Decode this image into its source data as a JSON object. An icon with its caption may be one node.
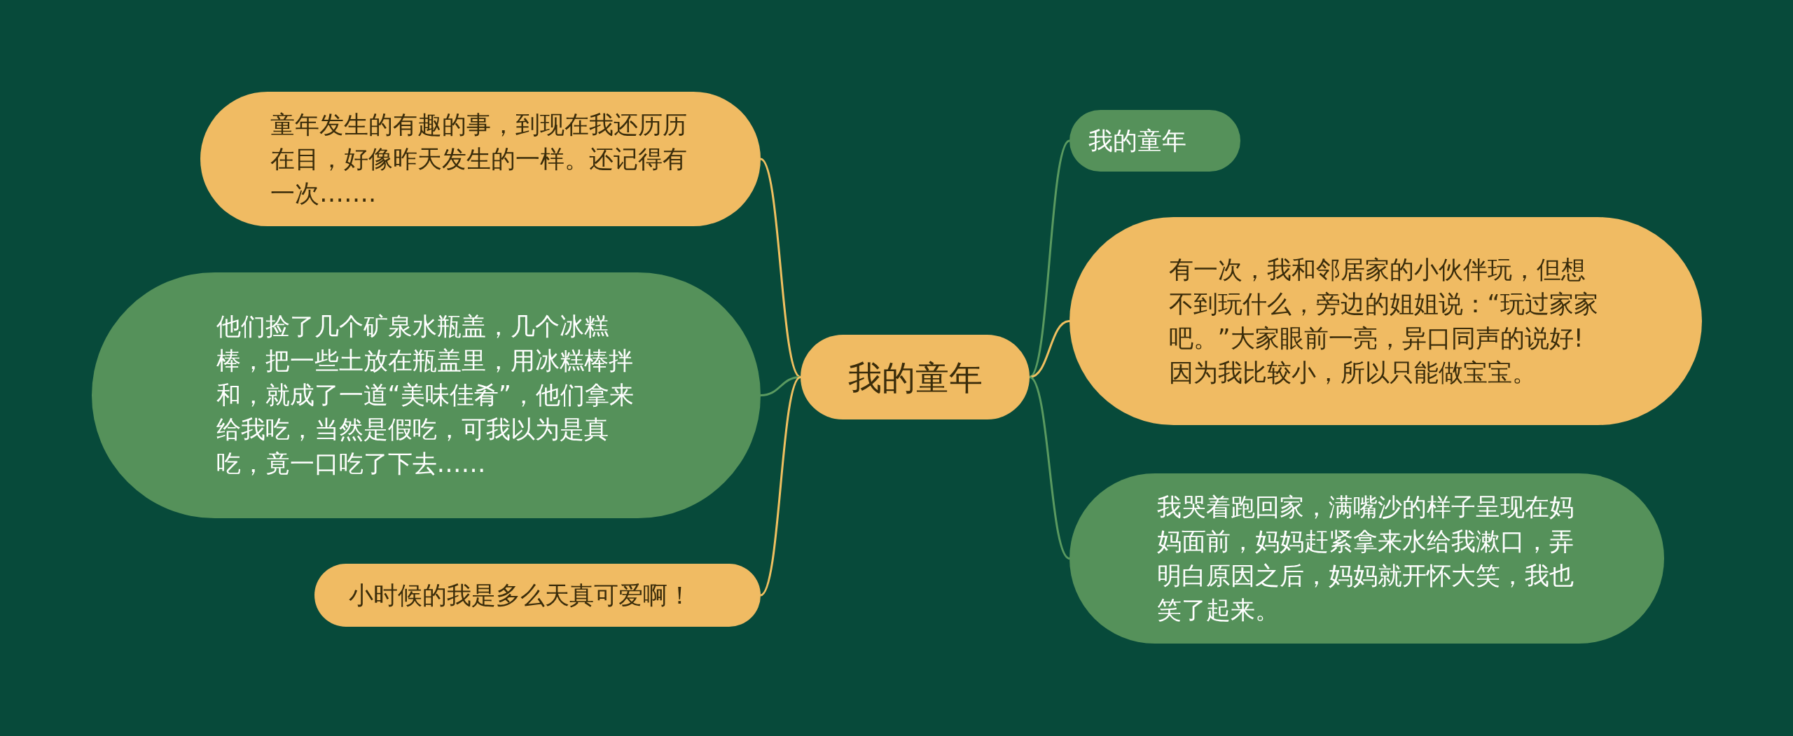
{
  "diagram": {
    "nodes": [
      {
        "text": [
          "我的童年"
        ]
      },
      {
        "text": [
          "童年发生的有趣的事，到现在我还历历在目，好像昨天发生的一样。还记得有一次……."
        ]
      },
      {
        "text": [
          "他们捡了几个矿泉水瓶盖，几个冰糕棒，把一些土放在瓶盖里，用冰糕棒拌和，就成了一道“美味佳肴”，他们拿来给我吃，当然是假吃，可我以为是真吃，竟一口吃了下去……"
        ]
      },
      {
        "text": [
          "小时候的我是多么天真可爱啊！"
        ]
      },
      {
        "text": [
          "我的童年"
        ]
      },
      {
        "text": [
          "有一次，我和邻居家的小伙伴玩，但想不到玩什么，旁边的姐姐说：“玩过家家吧。”大家眼前一亮，异口同声的说好!因为我比较小，所以只能做宝宝。"
        ]
      },
      {
        "text": [
          "我哭着跑回家，满嘴沙的样子呈现在妈妈面前，妈妈赶紧拿来水给我漱口，弄明白原因之后，妈妈就开怀大笑，我也笑了起来。"
        ]
      }
    ],
    "edges": [
      {
        "from": 0,
        "to": 1,
        "arrow": "none"
      },
      {
        "from": 0,
        "to": 2,
        "arrow": "none",
        "color": "#5a9a60"
      },
      {
        "from": 0,
        "to": 3,
        "arrow": "none"
      },
      {
        "from": 0,
        "to": 4,
        "arrow": "none",
        "color": "#5a9a60"
      },
      {
        "from": 0,
        "to": 5,
        "arrow": "none"
      },
      {
        "from": 0,
        "to": 6,
        "arrow": "none",
        "color": "#5a9a60"
      }
    ]
  }
}
